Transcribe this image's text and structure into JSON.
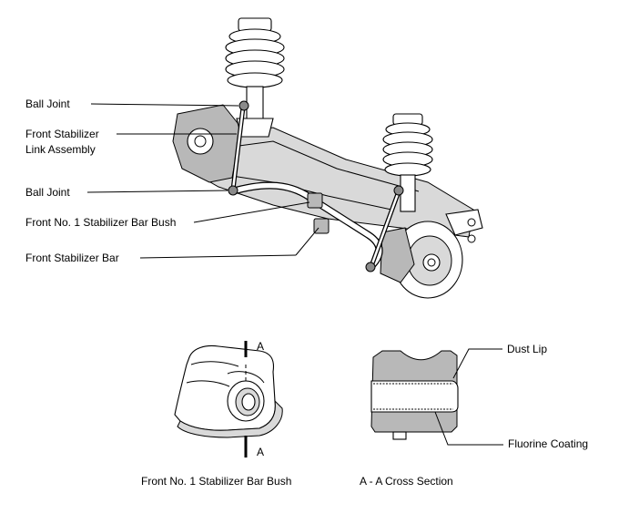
{
  "labels": {
    "ball_joint_upper": "Ball Joint",
    "link_assembly_line1": "Front Stabilizer",
    "link_assembly_line2": "Link Assembly",
    "ball_joint_lower": "Ball Joint",
    "bar_bush": "Front No. 1 Stabilizer Bar Bush",
    "stabilizer_bar": "Front Stabilizer Bar",
    "section_marker_top": "A",
    "section_marker_bottom": "A",
    "dust_lip": "Dust Lip",
    "fluorine_coating": "Fluorine Coating",
    "caption_bush": "Front No. 1 Stabilizer Bar Bush",
    "caption_cross_section": "A - A Cross Section"
  }
}
